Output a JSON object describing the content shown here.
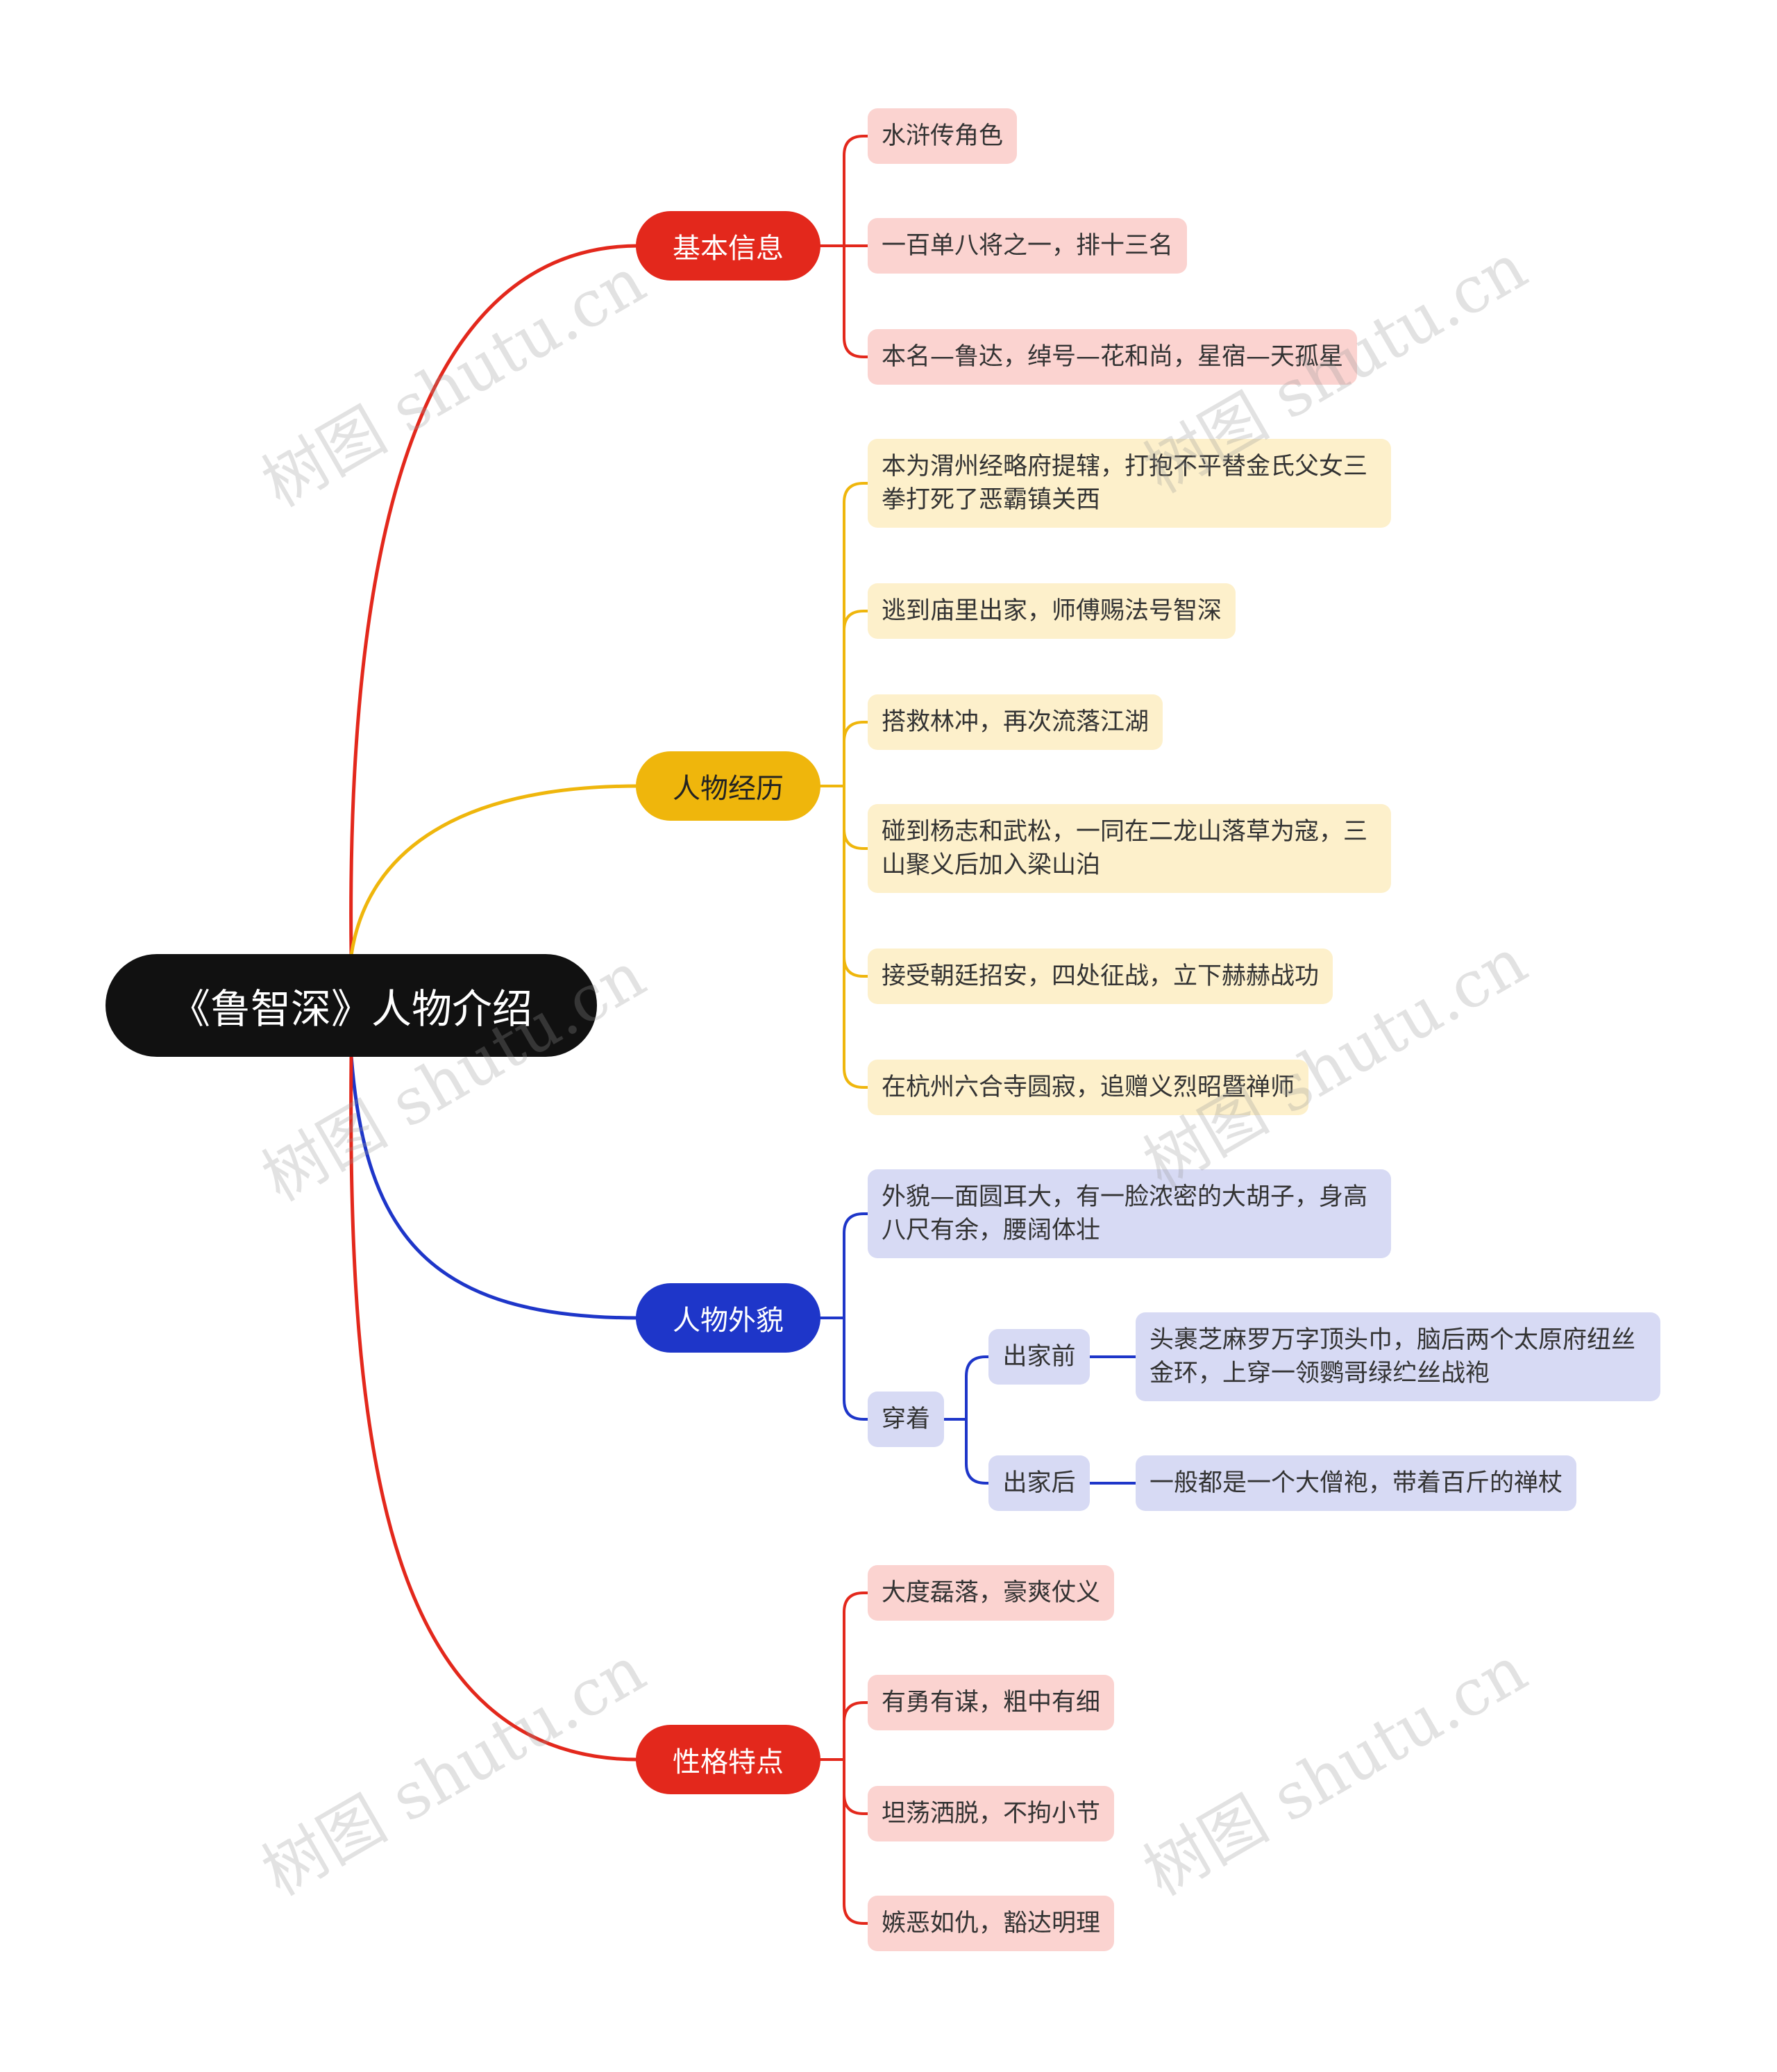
{
  "root": {
    "label": "《鲁智深》人物介绍"
  },
  "colors": {
    "red": "#e3281c",
    "yellow": "#efb60c",
    "blue": "#1e36c9",
    "root": "#111111"
  },
  "watermark": "树图 shutu.cn",
  "branches": [
    {
      "label": "基本信息",
      "color": "#e3281c",
      "children": [
        "水浒传角色",
        "一百单八将之一，排十三名",
        "本名—鲁达，绰号—花和尚，星宿—天孤星"
      ]
    },
    {
      "label": "人物经历",
      "color": "#efb60c",
      "children": [
        [
          "本为渭州经略府提辖，打抱不平替金氏父女三",
          "拳打死了恶霸镇关西"
        ],
        "逃到庙里出家，师傅赐法号智深",
        "搭救林冲，再次流落江湖",
        [
          "碰到杨志和武松，一同在二龙山落草为寇，三",
          "山聚义后加入梁山泊"
        ],
        "接受朝廷招安，四处征战，立下赫赫战功",
        "在杭州六合寺圆寂，追赠义烈昭暨禅师"
      ]
    },
    {
      "label": "人物外貌",
      "color": "#1e36c9",
      "children": [
        [
          "外貌—面圆耳大，有一脸浓密的大胡子，身高",
          "八尺有余，腰阔体壮"
        ],
        {
          "label": "穿着",
          "children": [
            {
              "label": "出家前",
              "detail": [
                "头裹芝麻罗万字顶头巾，脑后两个太原府纽丝",
                "金环，上穿一领鹦哥绿纻丝战袍"
              ]
            },
            {
              "label": "出家后",
              "detail": "一般都是一个大僧袍，带着百斤的禅杖"
            }
          ]
        }
      ]
    },
    {
      "label": "性格特点",
      "color": "#e3281c",
      "children": [
        "大度磊落，豪爽仗义",
        "有勇有谋，粗中有细",
        "坦荡洒脱，不拘小节",
        "嫉恶如仇，豁达明理"
      ]
    }
  ]
}
